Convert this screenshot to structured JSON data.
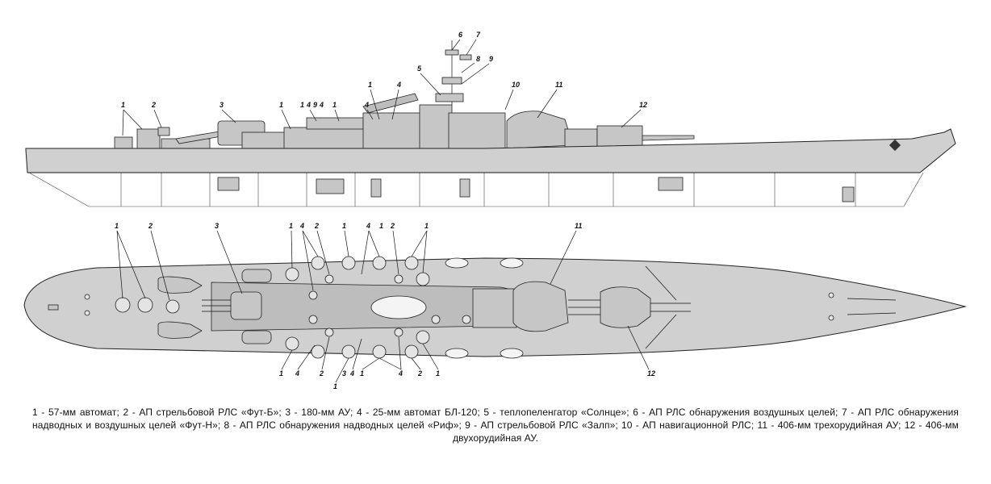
{
  "callouts": {
    "c1": "1",
    "c2": "2",
    "c3": "3",
    "c4": "4",
    "c5": "5",
    "c6": "6",
    "c7": "7",
    "c8": "8",
    "c9": "9",
    "c10": "10",
    "c11": "11",
    "c12": "12"
  },
  "caption": {
    "line1": "1 - 57-мм автомат; 2 - АП стрельбовой РЛС «Фут-Б»; 3 - 180-мм АУ; 4 - 25-мм автомат БЛ-120; 5 - теплопеленгатор «Солнце»; 6 - АП РЛС обнаружения воздушных",
    "line2": "целей; 7 - АП РЛС обнаружения надводных и воздушных целей «Фут-Н»; 8 - АП РЛС обнаружения надводных целей «Риф»; 9 - АП стрельбовой РЛС «Залп»; 10 - АП",
    "line3": "навигационной РЛС; 11 - 406-мм трехорудийная АУ; 12 - 406-мм двухорудийная АУ."
  }
}
